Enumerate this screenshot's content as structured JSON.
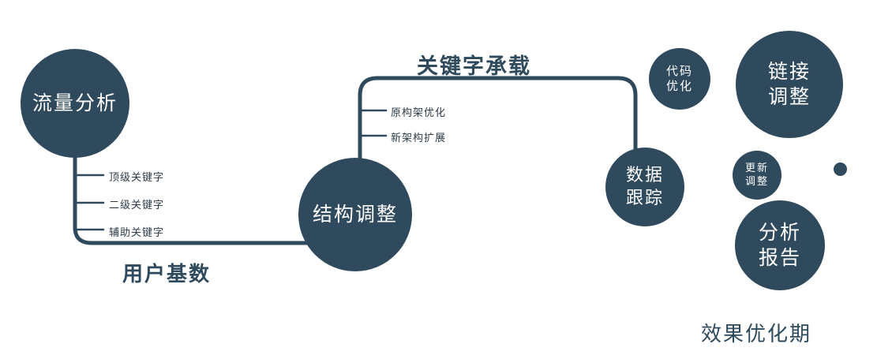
{
  "colors": {
    "primary": "#2e4a5c",
    "background": "#ffffff",
    "circle_text": "#ffffff"
  },
  "nodes": {
    "traffic": {
      "label": "流量分析"
    },
    "structure": {
      "label": "结构调整"
    },
    "tracking": {
      "line1": "数据",
      "line2": "跟踪"
    },
    "code": {
      "line1": "代码",
      "line2": "优化"
    },
    "link": {
      "line1": "链接",
      "line2": "调整"
    },
    "update": {
      "line1": "更新",
      "line2": "调整"
    },
    "report": {
      "line1": "分析",
      "line2": "报告"
    }
  },
  "edges": {
    "keyword_carry": "关键字承载",
    "user_base": "用户基数"
  },
  "captions": {
    "effect_period": "效果优化期"
  },
  "branches": {
    "traffic": [
      "顶级关键字",
      "二级关键字",
      "辅助关键字"
    ],
    "structure": [
      "原构架优化",
      "新架构扩展"
    ]
  }
}
